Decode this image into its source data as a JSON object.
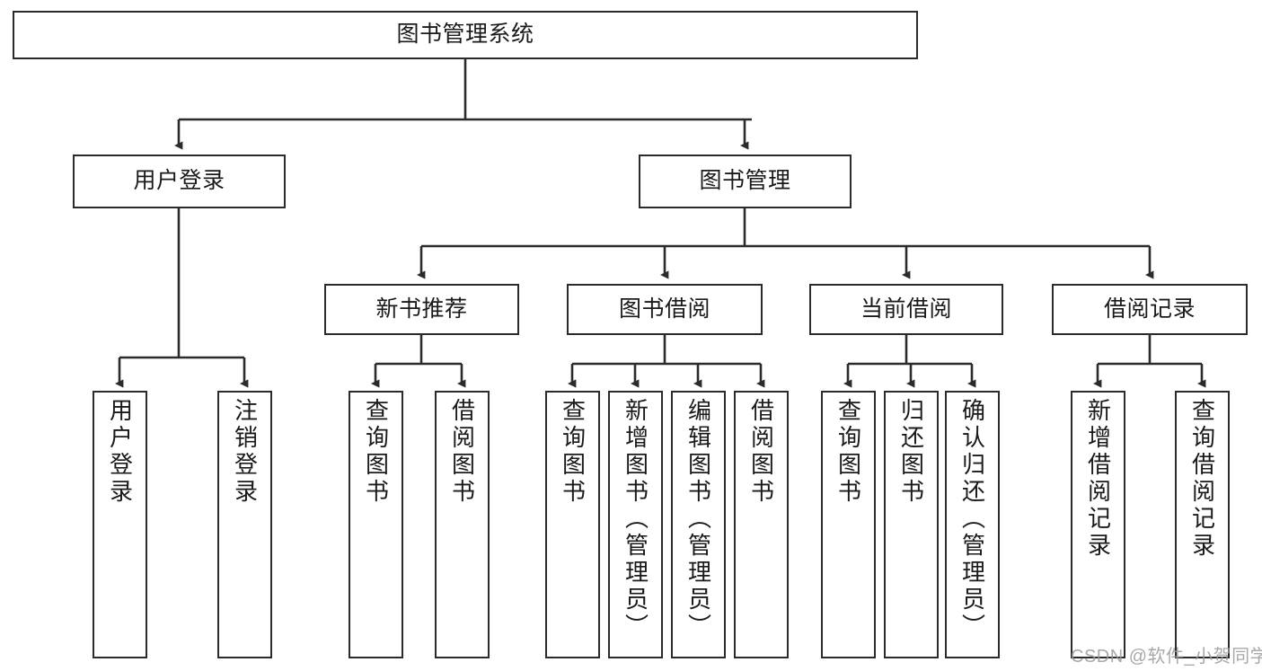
{
  "diagram": {
    "title": "图书管理系统",
    "type": "tree-hierarchy",
    "stroke_color": "#2b2b2b",
    "fill_color": "#ffffff",
    "text_color": "#1a1a1a"
  },
  "nodes": {
    "root": {
      "label": "图书管理系统"
    },
    "level2": [
      {
        "label": "用户登录"
      },
      {
        "label": "图书管理"
      }
    ],
    "level3": [
      {
        "label": "新书推荐"
      },
      {
        "label": "图书借阅"
      },
      {
        "label": "当前借阅"
      },
      {
        "label": "借阅记录"
      }
    ],
    "leaves": [
      {
        "label": "用户登录"
      },
      {
        "label": "注销登录"
      },
      {
        "label": "查询图书"
      },
      {
        "label": "借阅图书"
      },
      {
        "label": "查询图书"
      },
      {
        "label": "新增图书（管理员）"
      },
      {
        "label": "编辑图书（管理员）"
      },
      {
        "label": "借阅图书"
      },
      {
        "label": "查询图书"
      },
      {
        "label": "归还图书"
      },
      {
        "label": "确认归还（管理员）"
      },
      {
        "label": "新增借阅记录"
      },
      {
        "label": "查询借阅记录"
      }
    ]
  },
  "watermark": {
    "text": "CSDN @软件_小贺同学"
  }
}
